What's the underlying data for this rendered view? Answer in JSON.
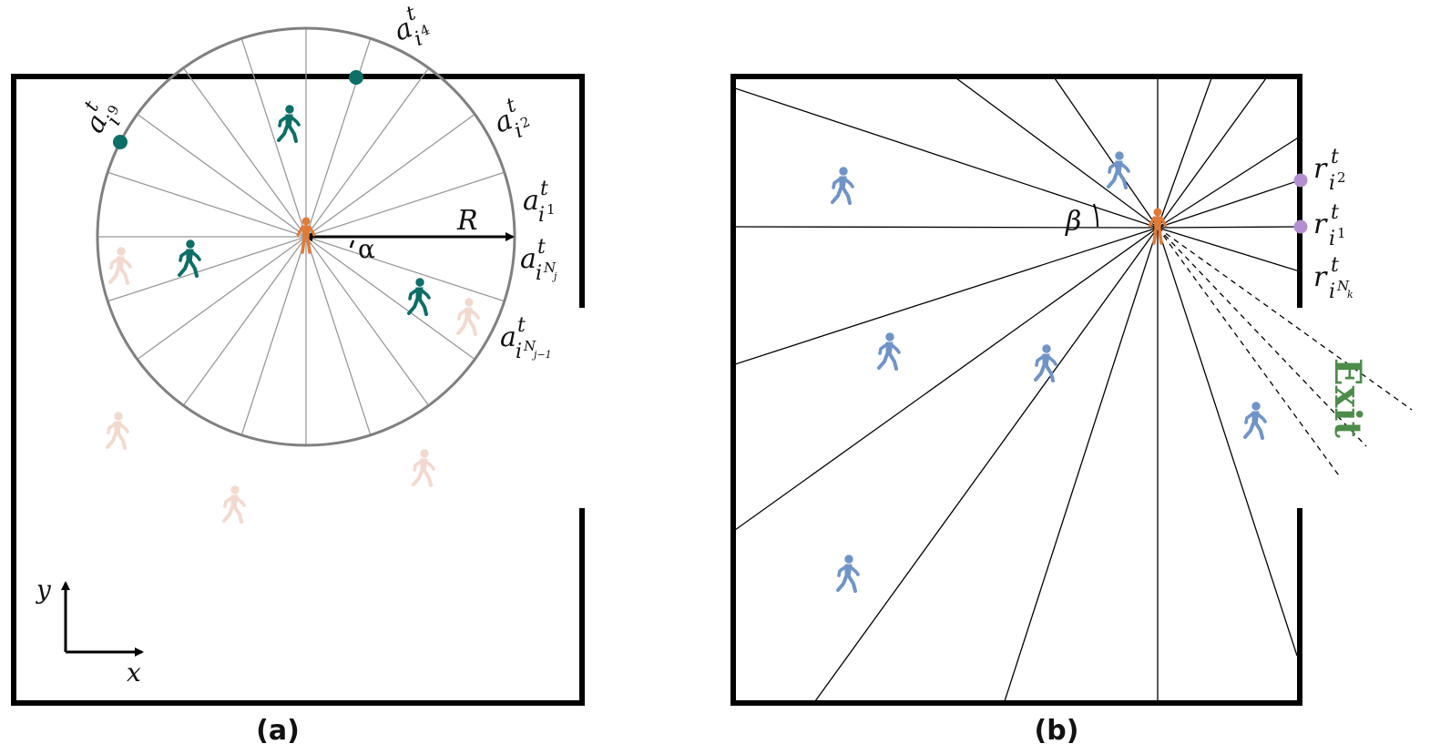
{
  "panel_a": {
    "caption": "(a)",
    "radius_label": "R",
    "angle_label": "α",
    "axis_x_label": "x",
    "axis_y_label": "y",
    "action_labels": [
      {
        "base": "a",
        "sup": "t",
        "sub": "i",
        "subsub": "9"
      },
      {
        "base": "a",
        "sup": "t",
        "sub": "i",
        "subsub": "4"
      },
      {
        "base": "a",
        "sup": "t",
        "sub": "i",
        "subsub": "2"
      },
      {
        "base": "a",
        "sup": "t",
        "sub": "i",
        "subsub": "1"
      },
      {
        "base": "a",
        "sup": "t",
        "sub": "i",
        "subsub": "N",
        "subsubsub": "j"
      },
      {
        "base": "a",
        "sup": "t",
        "sub": "i",
        "subsub": "N",
        "subsubsub": "j−1"
      }
    ]
  },
  "panel_b": {
    "caption": "(b)",
    "angle_label": "β",
    "exit_label": "Exit",
    "ray_labels": [
      {
        "base": "r",
        "sup": "t",
        "sub": "i",
        "subsub": "2"
      },
      {
        "base": "r",
        "sup": "t",
        "sub": "i",
        "subsub": "1"
      },
      {
        "base": "r",
        "sup": "t",
        "sub": "i",
        "subsub": "N",
        "subsubsub": "k"
      }
    ]
  },
  "colors": {
    "wall": "#000000",
    "focal_agent": "#e07b39",
    "neighbor_agent": "#0e6e68",
    "faded_agent": "#f2d9cf",
    "blue_agent": "#7094c8",
    "ray_marker": "#b48fd0",
    "exit_text": "#4c8c4a",
    "circle": "#808080"
  }
}
